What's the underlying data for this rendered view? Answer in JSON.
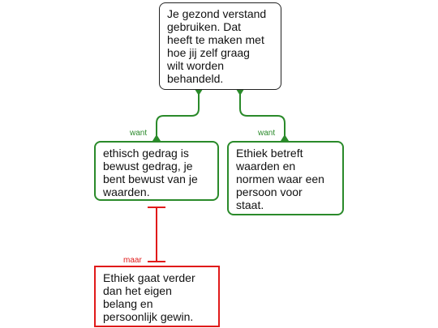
{
  "diagram": {
    "claim": {
      "text": "Je gezond verstand\ngebruiken. Dat\nheeft te maken met\nhoe jij zelf graag\nwilt worden\nbehandeld."
    },
    "reasons": [
      {
        "text": "ethisch gedrag is\nbewust gedrag, je\nbent bewust van je\nwaarden.",
        "link_label": "want"
      },
      {
        "text": "Ethiek betreft\nwaarden en\nnormen waar een\npersoon voor\nstaat.",
        "link_label": "want"
      }
    ],
    "objection": {
      "text": "Ethiek gaat verder\ndan het eigen\nbelang en\npersoonlijk gewin.",
      "link_label": "maar"
    },
    "colors": {
      "support": "#2a8a2a",
      "oppose": "#e01a1a",
      "claim_border": "#222222"
    }
  }
}
